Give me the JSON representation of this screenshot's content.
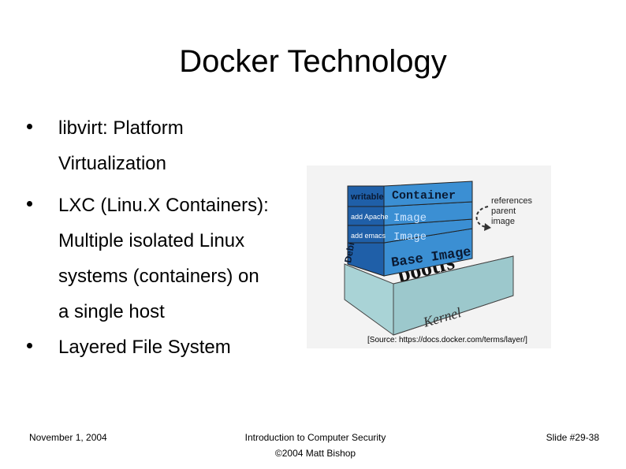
{
  "slide": {
    "title": "Docker Technology",
    "bullets": [
      [
        "libvirt: Platform",
        "Virtualization"
      ],
      [
        "LXC (Linu.X Containers):",
        "Multiple isolated Linux",
        "systems (containers) on",
        "a single host"
      ],
      [
        "Layered File System"
      ]
    ]
  },
  "figure": {
    "layers": {
      "container_side": "writable",
      "container_front": "Container",
      "image1_side": "add Apache",
      "image1_front": "Image",
      "image2_side": "add emacs",
      "image2_front": "Image",
      "base_side": "Debian",
      "base_front": "Base Image",
      "bootfs": "bootfs",
      "kernel": "Kernel"
    },
    "annotation": [
      "references",
      "parent",
      "image"
    ],
    "colors": {
      "layer_blue": "#3b8fd3",
      "layer_dark": "#1f5fa8",
      "kernel_teal": "#a9d3d6"
    }
  },
  "caption": "[Source: https://docs.docker.com/terms/layer/]",
  "footer": {
    "date": "November 1, 2004",
    "course_line1": "Introduction to Computer Security",
    "course_line2": "©2004 Matt Bishop",
    "slide_number": "Slide #29-38"
  }
}
